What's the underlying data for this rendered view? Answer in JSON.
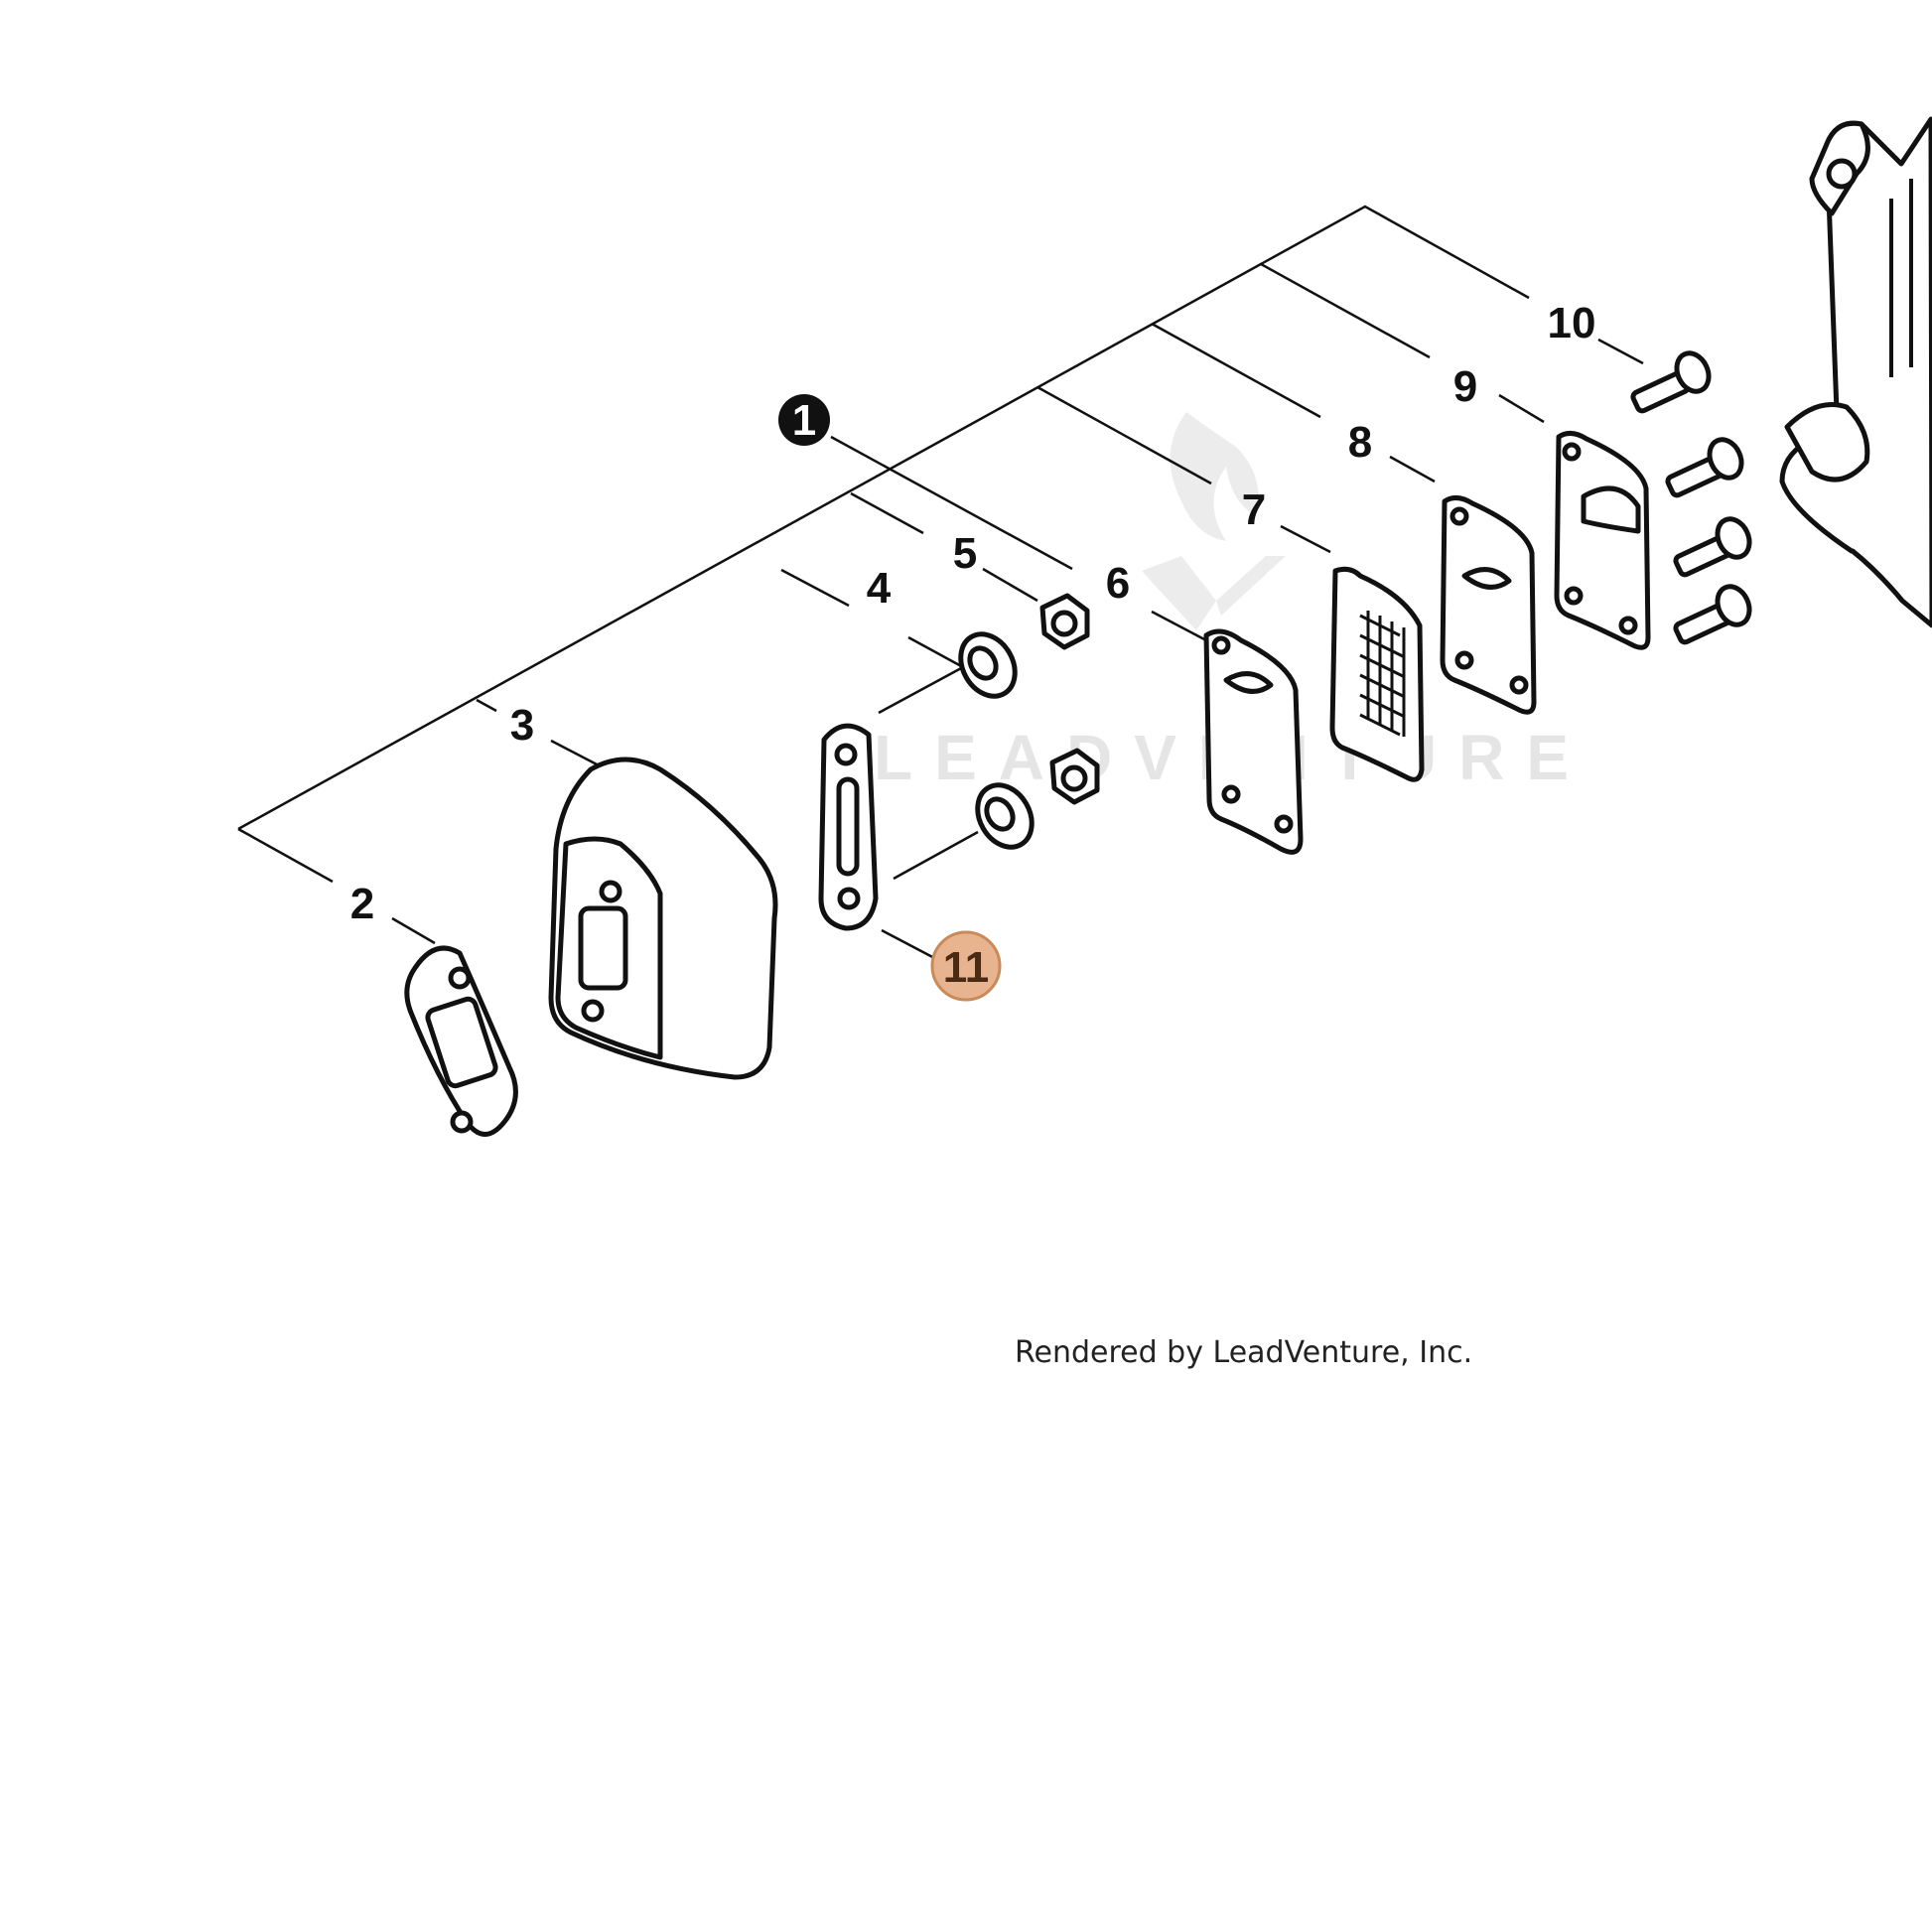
{
  "diagram": {
    "callouts": [
      {
        "id": "1",
        "label": "1",
        "style": "filled-black"
      },
      {
        "id": "2",
        "label": "2"
      },
      {
        "id": "3",
        "label": "3"
      },
      {
        "id": "4",
        "label": "4"
      },
      {
        "id": "5",
        "label": "5"
      },
      {
        "id": "6",
        "label": "6"
      },
      {
        "id": "7",
        "label": "7"
      },
      {
        "id": "8",
        "label": "8"
      },
      {
        "id": "9",
        "label": "9"
      },
      {
        "id": "10",
        "label": "10"
      },
      {
        "id": "11",
        "label": "11",
        "style": "highlighted",
        "color": "#e8b48f"
      }
    ],
    "credit": "Rendered by LeadVenture, Inc.",
    "watermark": "LEADVENTURE",
    "colors": {
      "highlight_fill": "#e8b48f",
      "highlight_stroke": "#c98a5a",
      "ink": "#111111"
    }
  }
}
